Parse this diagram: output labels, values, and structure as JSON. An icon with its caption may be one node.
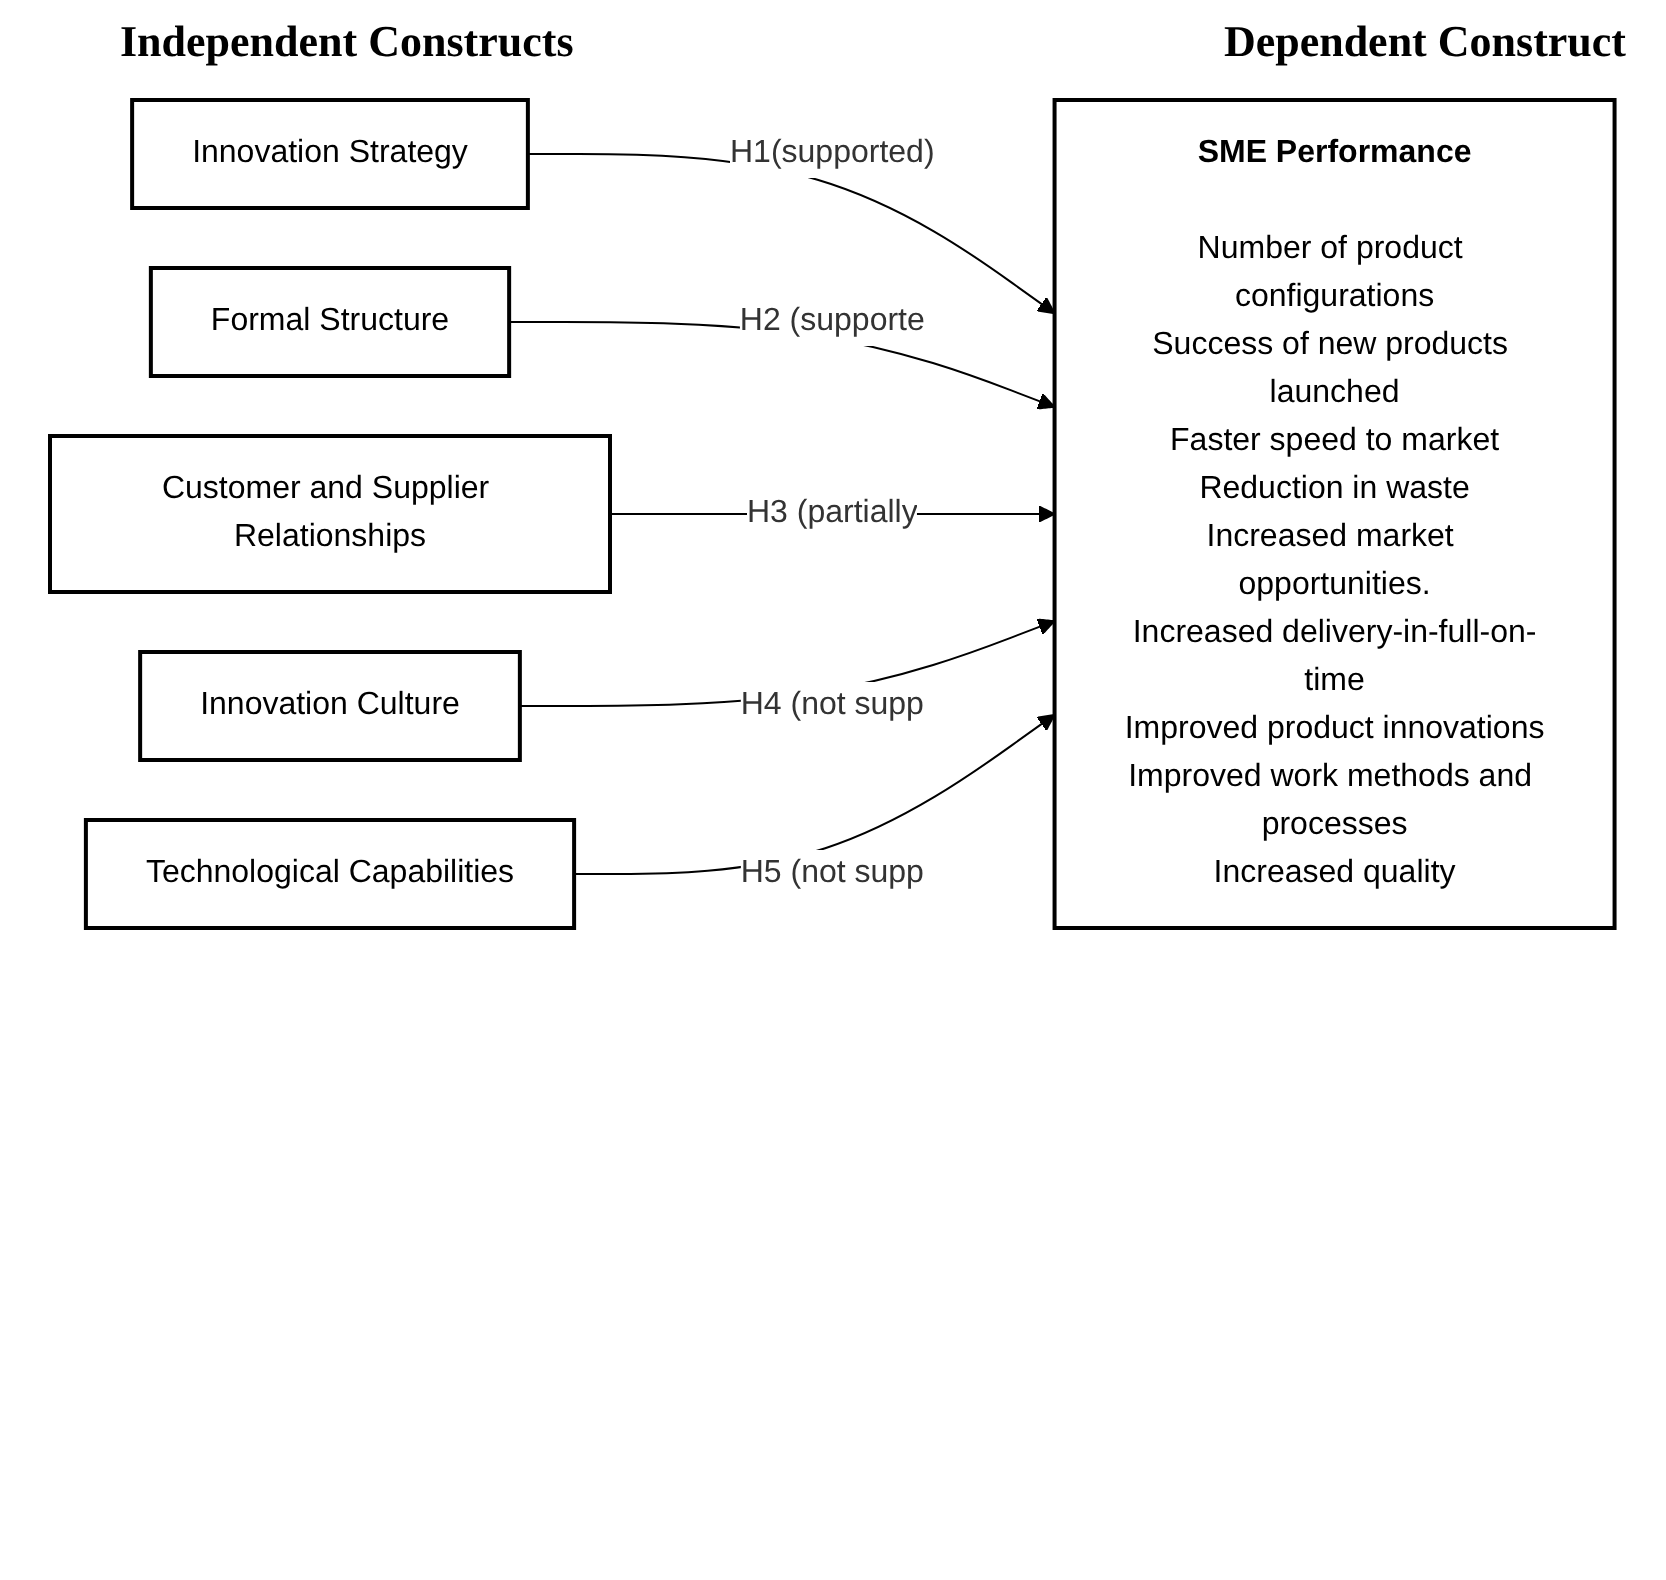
{
  "diagram": {
    "nodes": [
      {
        "text": [
          "Innovation Strategy"
        ]
      },
      {
        "text": [
          "Formal Structure"
        ]
      },
      {
        "text": [
          "Customer and Supplier Relationships"
        ]
      },
      {
        "text": [
          "Innovation Culture"
        ]
      },
      {
        "text": [
          "Technological Capabilities"
        ]
      },
      {
        "text": [
          "SME Performance",
          "Number of product configurations",
          "Success of new products launched",
          "Faster speed to market",
          "Reduction in waste",
          "Increased market opportunities.",
          "Increased delivery-in-full-on-time",
          "Improved product innovations",
          "Improved work methods and processes",
          "Increased quality"
        ]
      }
    ],
    "edges": [
      {
        "from": 0,
        "to": 5,
        "arrow": "to",
        "label": "H1(supported)"
      },
      {
        "from": 1,
        "to": 5,
        "arrow": "to",
        "label": "H2 (supporte"
      },
      {
        "from": 2,
        "to": 5,
        "arrow": "to",
        "label": "H3 (partially"
      },
      {
        "from": 3,
        "to": 5,
        "arrow": "to",
        "label": "H4 (not supp"
      },
      {
        "from": 4,
        "to": 5,
        "arrow": "to",
        "label": "H5 (not supp"
      }
    ],
    "labels": [
      "Independent Constructs",
      "Dependent Construct"
    ]
  }
}
